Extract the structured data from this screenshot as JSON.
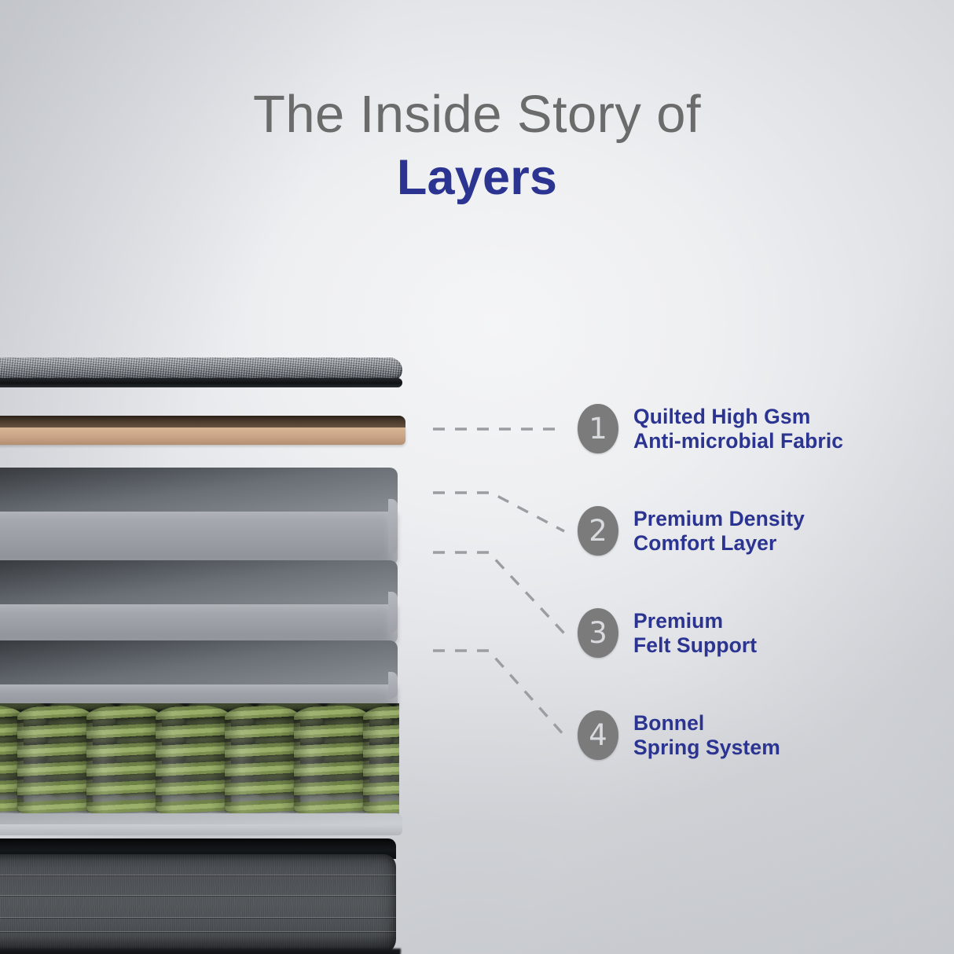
{
  "page": {
    "title_line1": "The Inside Story of",
    "title_line2": "Layers",
    "title_color_muted": "#6b6b6b",
    "accent_color": "#2b3490",
    "badge_color": "#7b7b7b",
    "background_light": "#f1f2f4",
    "background_dark": "#c9cbcf"
  },
  "callouts": [
    {
      "number": "1",
      "text": "Quilted High Gsm\nAnti-microbial Fabric"
    },
    {
      "number": "2",
      "text": "Premium Density\nComfort Layer"
    },
    {
      "number": "3",
      "text": "Premium\nFelt Support"
    },
    {
      "number": "4",
      "text": "Bonnel\nSpring System"
    }
  ],
  "product": {
    "type": "mattress-cutaway-illustration",
    "layers": [
      {
        "name": "quilted-fabric-top",
        "color": "#74787d"
      },
      {
        "name": "tan-comfort-sheet",
        "color": "#c9a385"
      },
      {
        "name": "foam-slab-1",
        "color": "#9a9ea4"
      },
      {
        "name": "foam-slab-2",
        "color": "#9a9ea4"
      },
      {
        "name": "felt-support-slab",
        "color": "#9a9ea4"
      },
      {
        "name": "bonnel-spring-bed",
        "color": "#8a9e60"
      },
      {
        "name": "base-support-panel",
        "color": "#bcc0c5"
      },
      {
        "name": "quilted-base-unit",
        "color": "#4a4e52"
      }
    ]
  }
}
